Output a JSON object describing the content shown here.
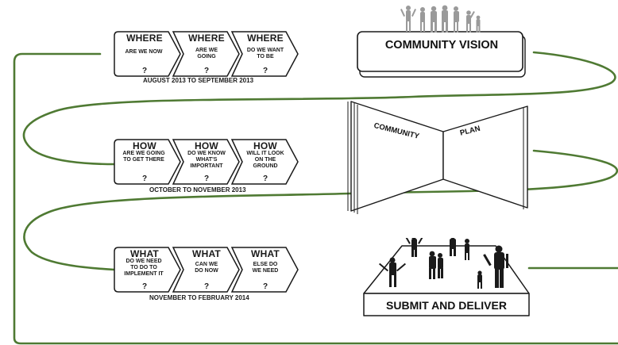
{
  "rows": [
    {
      "items": [
        {
          "heading": "WHERE",
          "sub": "ARE WE NOW",
          "q": "?"
        },
        {
          "heading": "WHERE",
          "sub": "ARE WE\nGOING",
          "q": "?"
        },
        {
          "heading": "WHERE",
          "sub": "DO WE WANT\nTO BE",
          "q": "?"
        }
      ],
      "date": "AUGUST 2013 TO SEPTEMBER 2013"
    },
    {
      "items": [
        {
          "heading": "HOW",
          "sub": "ARE WE GOING\nTO GET THERE",
          "q": "?"
        },
        {
          "heading": "HOW",
          "sub": "DO WE KNOW\nWHAT'S\nIMPORTANT",
          "q": "?"
        },
        {
          "heading": "HOW",
          "sub": "WILL IT LOOK\nON THE\nGROUND",
          "q": "?"
        }
      ],
      "date": "OCTOBER TO NOVEMBER 2013"
    },
    {
      "items": [
        {
          "heading": "WHAT",
          "sub": "DO WE NEED\nTO DO TO\nIMPLEMENT IT",
          "q": "?"
        },
        {
          "heading": "WHAT",
          "sub": "CAN WE\nDO NOW",
          "q": "?"
        },
        {
          "heading": "WHAT",
          "sub": "ELSE DO\nWE NEED",
          "q": "?"
        }
      ],
      "date": "NOVEMBER TO FEBRUARY 2014"
    }
  ],
  "vision_label": "COMMUNITY VISION",
  "plan_labels": [
    "COMMUNITY",
    "PLAN"
  ],
  "submit_label": "SUBMIT AND DELIVER",
  "colors": {
    "path": "#4f7a33",
    "outline": "#1a1a1a",
    "silhouette": "#1a1a1a",
    "silhouette_faded": "#9a9a9a"
  }
}
